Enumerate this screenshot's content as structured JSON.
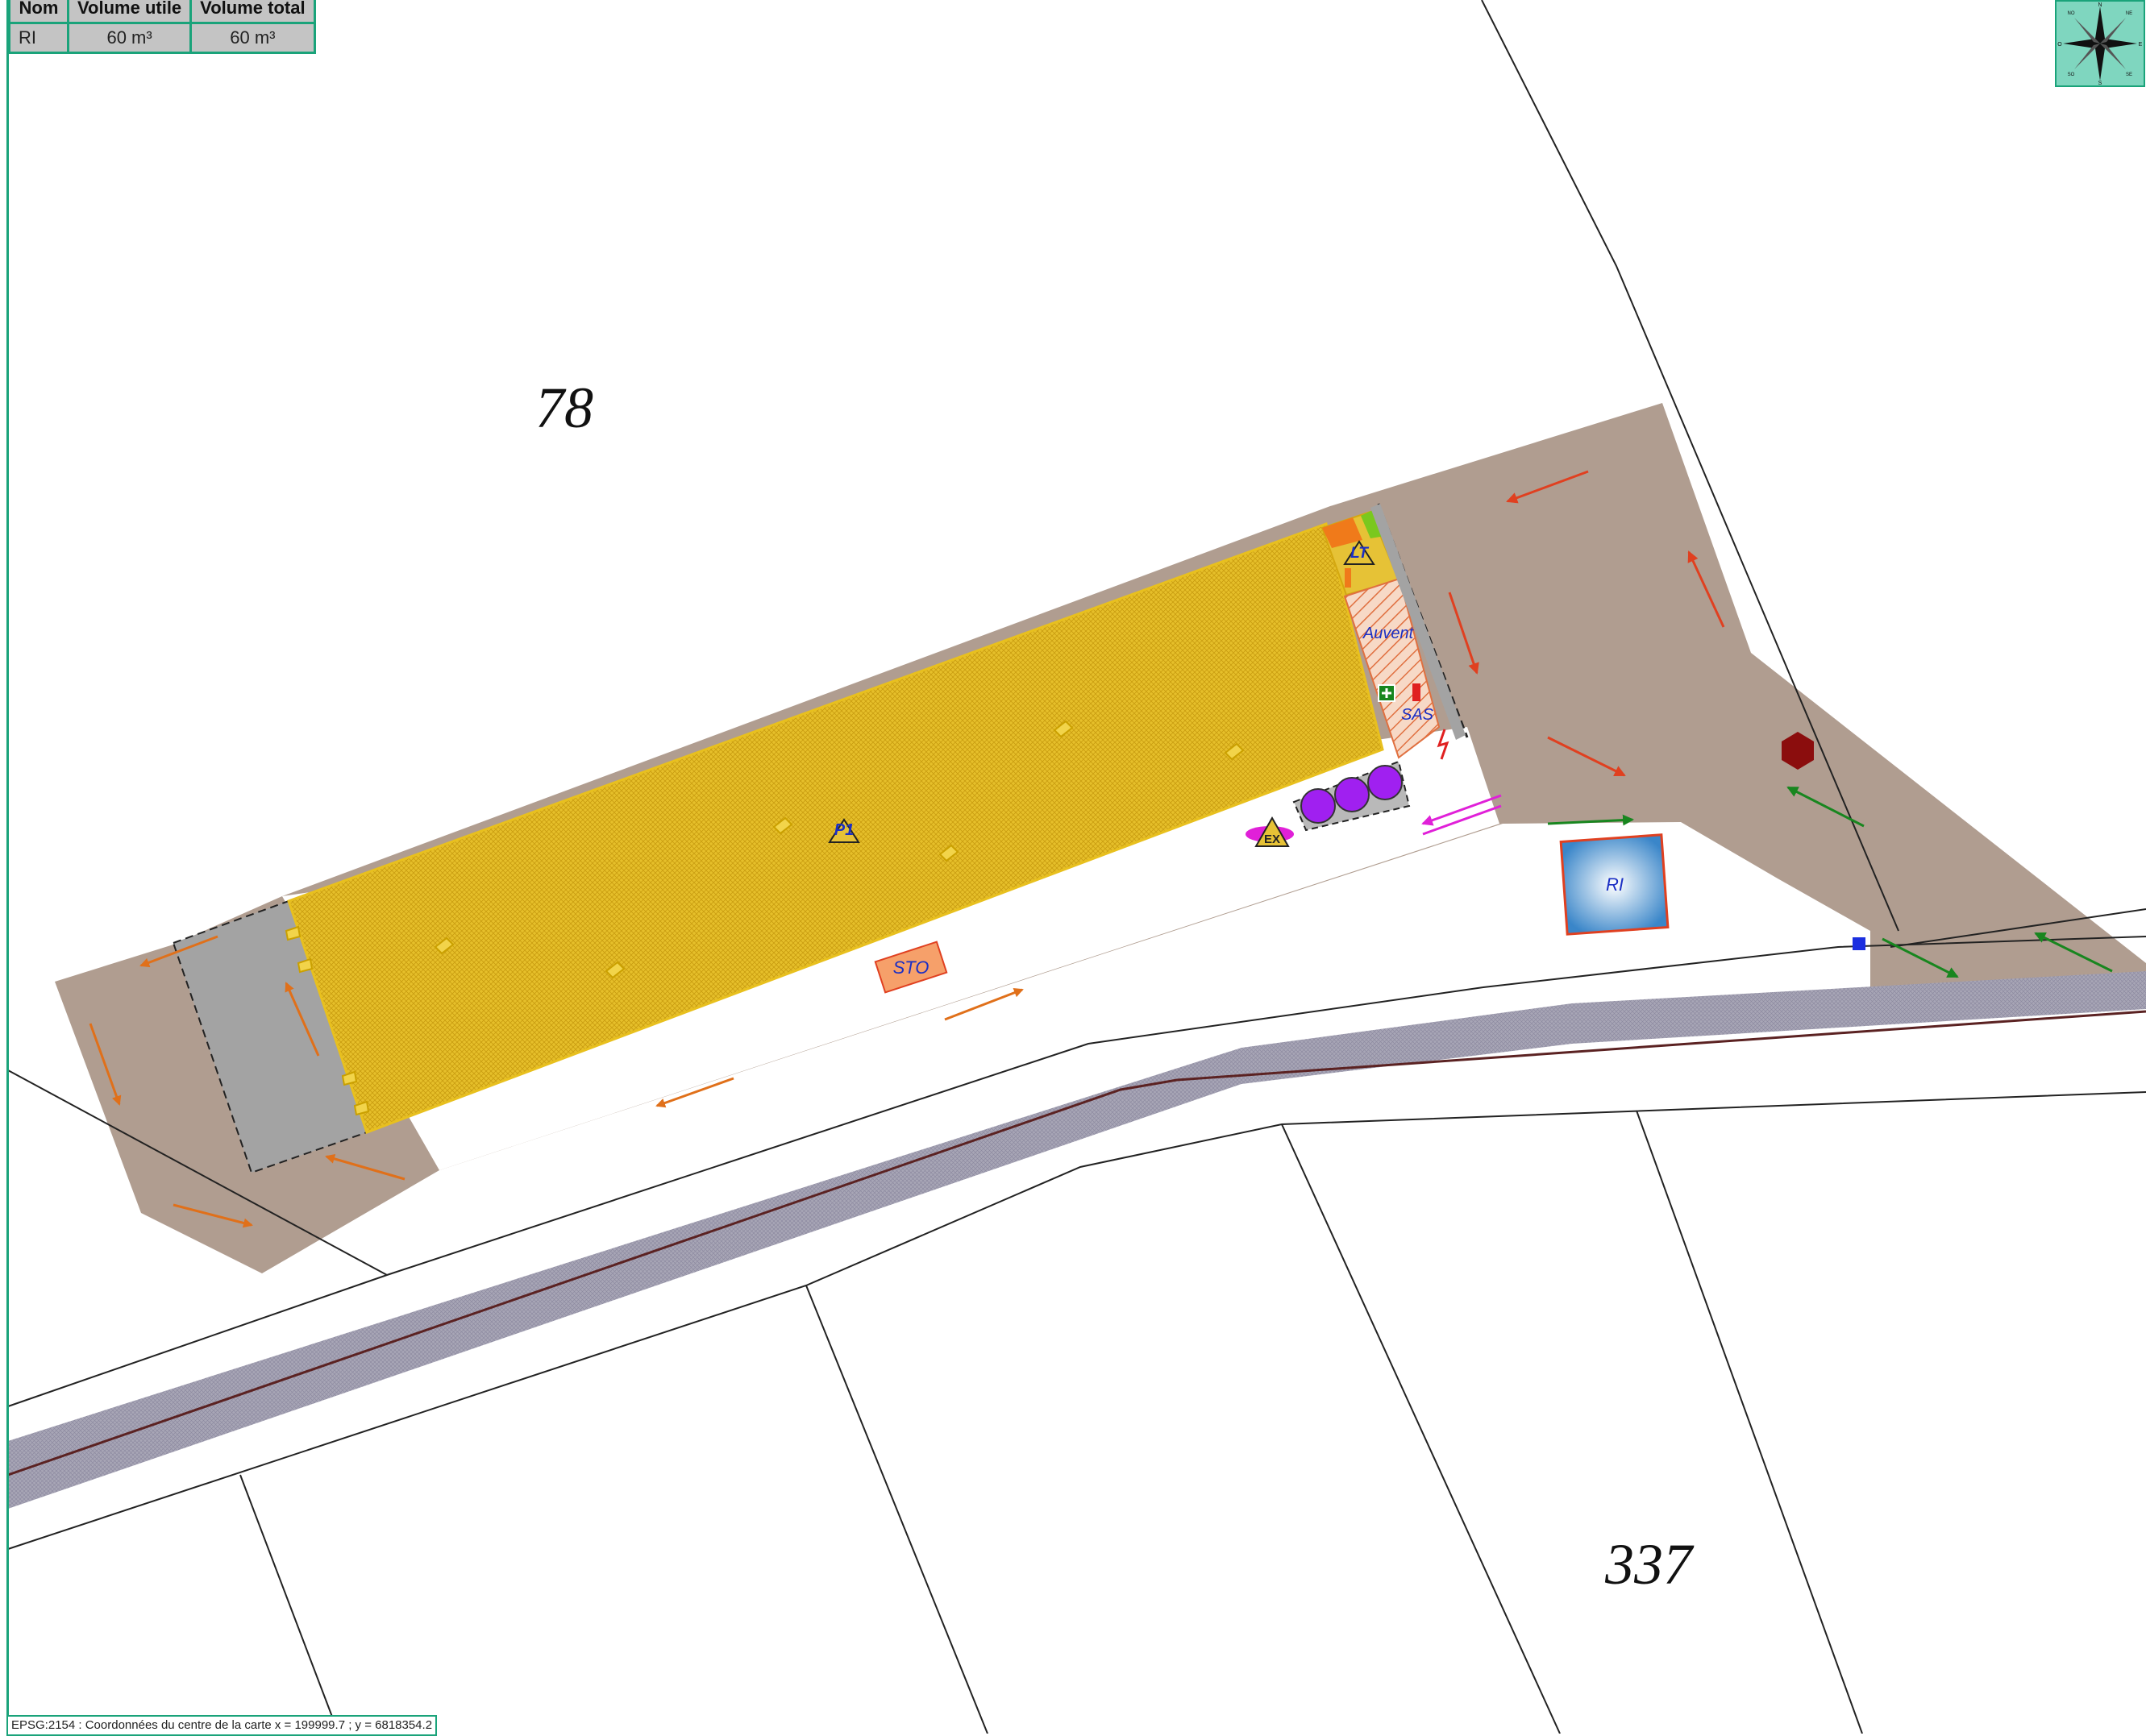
{
  "table": {
    "headers": [
      "Nom",
      "Volume utile",
      "Volume total"
    ],
    "rows": [
      [
        "RI",
        "60 m³",
        "60 m³"
      ]
    ]
  },
  "parcels": {
    "north": "78",
    "south": "337"
  },
  "labels": {
    "building": "P1",
    "awning": "Auvent",
    "airlock": "SAS",
    "tank_room": "LT",
    "extinguisher": "EX",
    "storage": "STO",
    "reserve": "RI"
  },
  "footer": {
    "coordinates": "EPSG:2154 : Coordonnées du centre de la carte x = 199999.7 ; y = 6818354.2"
  },
  "compass": {
    "north": "N",
    "east": "E",
    "south": "S",
    "west": "O",
    "ne": "NE",
    "nw": "NO",
    "se": "SE",
    "sw": "SO"
  },
  "colors": {
    "road_fill": "#b09d90",
    "building_fill": "#e9c125",
    "grey_zone": "#a3a3a3",
    "frame": "#1aa37a",
    "water_reserve": "#3a86c9",
    "tanks": "#a020f0"
  }
}
